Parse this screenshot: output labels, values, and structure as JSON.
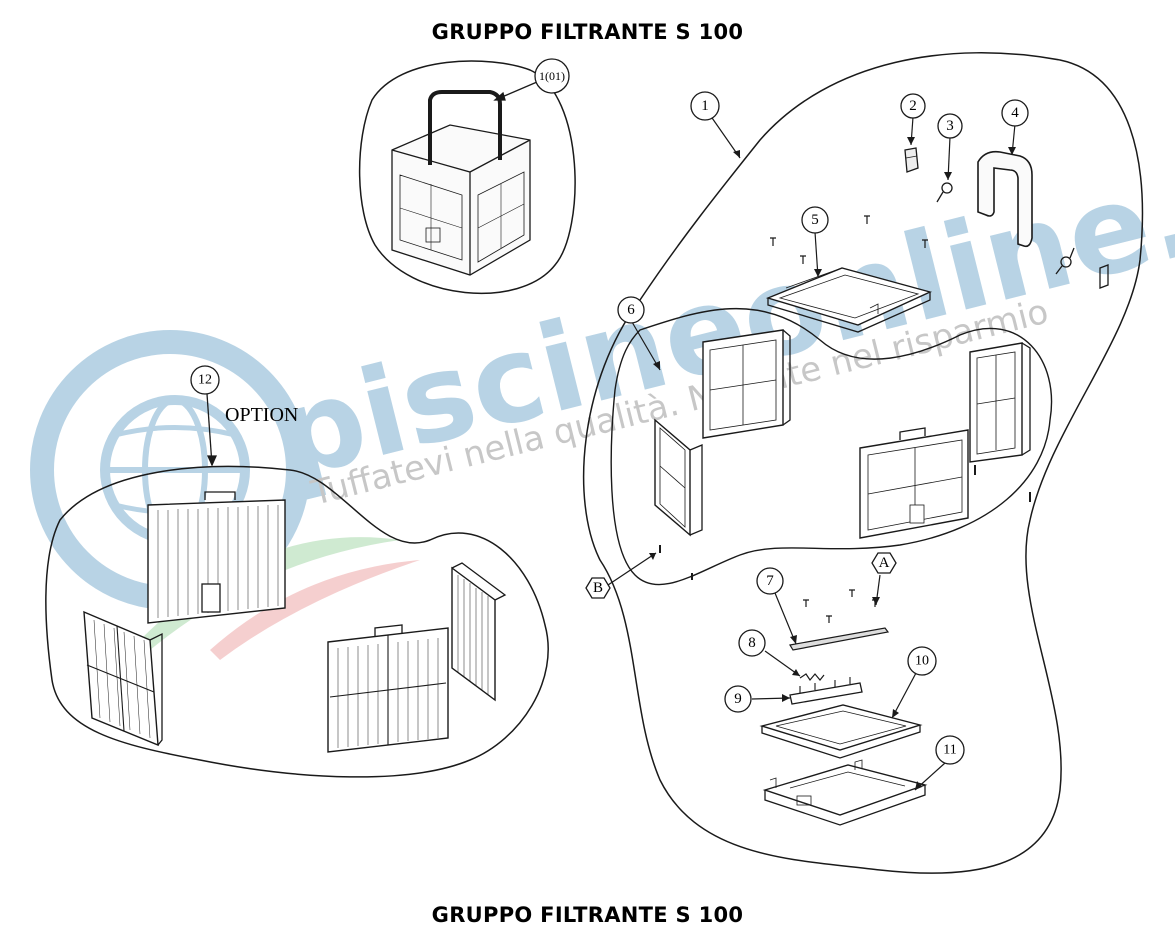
{
  "header": {
    "title": "GRUPPO FILTRANTE S 100"
  },
  "footer": {
    "title": "GRUPPO FILTRANTE S 100"
  },
  "option_label": "OPTION",
  "watermark": {
    "main": "piscineonline.it",
    "tagline": "Tuffatevi nella qualità. Nuotate nel risparmio"
  },
  "callouts": {
    "c101": "1(01)",
    "c1": "1",
    "c2": "2",
    "c3": "3",
    "c4": "4",
    "c5": "5",
    "c6": "6",
    "c7": "7",
    "c8": "8",
    "c9": "9",
    "c10": "10",
    "c11": "11",
    "c12": "12",
    "cA": "A",
    "cB": "B"
  },
  "colors": {
    "line": "#1a1a1a",
    "watermark_blue": "#7fb0cf",
    "watermark_grey": "#9a9a9a",
    "flag_green": "#6fbf73",
    "flag_red": "#e06060"
  }
}
